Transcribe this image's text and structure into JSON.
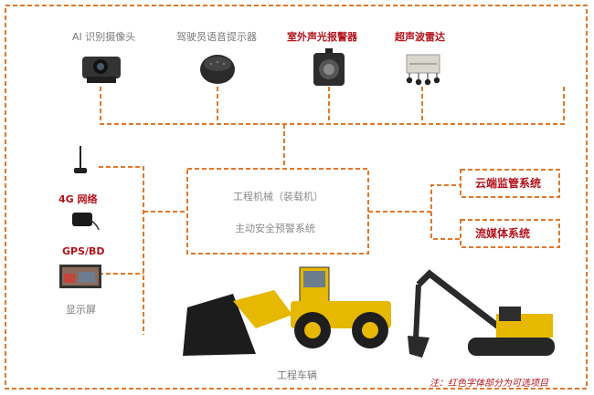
{
  "devices": {
    "ai_camera": "AI 识别摄像头",
    "voice_prompter": "驾驶员语音提示器",
    "alarm": "室外声光报警器",
    "radar": "超声波雷达",
    "network": "4G 网络",
    "gps": "GPS/BD",
    "display": "显示屏"
  },
  "center_box": {
    "line1": "工程机械（装载机）",
    "line2": "主动安全预警系统"
  },
  "outputs": {
    "cloud": "云端监管系统",
    "stream": "流媒体系统"
  },
  "vehicle_label": "工程车辆",
  "note": "注：红色字体部分为可选项目",
  "colors": {
    "dash": "#e0782a",
    "optional_text": "#b5121b",
    "normal_text": "#7a7a7a"
  }
}
